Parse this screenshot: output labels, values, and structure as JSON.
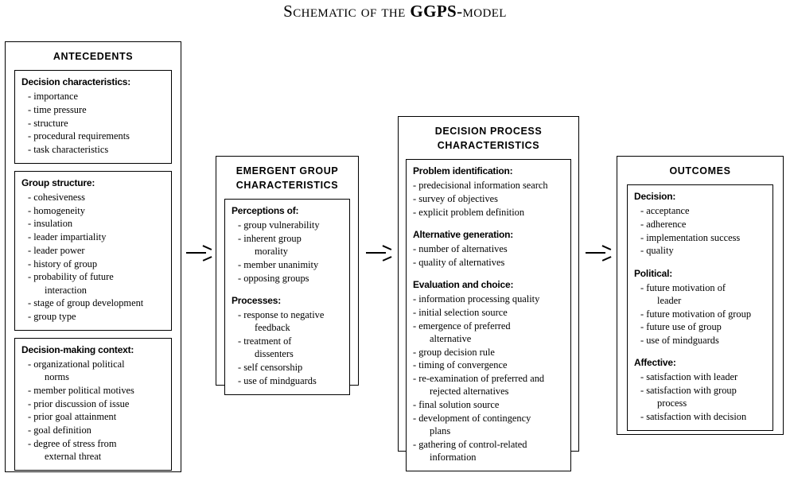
{
  "title": {
    "lead": "Schematic of the ",
    "bold": "GGPS",
    "tail": "-model",
    "full": "Schematic of the GGPS-model"
  },
  "columns": [
    {
      "id": "antecedents",
      "header": "ANTECEDENTS",
      "groups": [
        {
          "title": "Decision characteristics:",
          "items": [
            {
              "text": "- importance"
            },
            {
              "text": "- time pressure"
            },
            {
              "text": "- structure"
            },
            {
              "text": "- procedural requirements"
            },
            {
              "text": "- task characteristics"
            }
          ]
        },
        {
          "title": "Group structure:",
          "items": [
            {
              "text": "- cohesiveness"
            },
            {
              "text": "- homogeneity"
            },
            {
              "text": "- insulation"
            },
            {
              "text": "- leader impartiality"
            },
            {
              "text": "- leader power"
            },
            {
              "text": "- history of group"
            },
            {
              "text": "- probability of future",
              "cont": "interaction"
            },
            {
              "text": "- stage of group development"
            },
            {
              "text": "- group type"
            }
          ]
        },
        {
          "title": "Decision-making context:",
          "items": [
            {
              "text": "- organizational political",
              "cont": "norms"
            },
            {
              "text": "- member political motives"
            },
            {
              "text": "- prior discussion of issue"
            },
            {
              "text": "- prior goal attainment"
            },
            {
              "text": "- goal definition"
            },
            {
              "text": "- degree of stress from",
              "cont": "external threat"
            }
          ]
        }
      ]
    },
    {
      "id": "emergent",
      "header": "EMERGENT GROUP\nCHARACTERISTICS",
      "header_line1": "EMERGENT GROUP",
      "header_line2": "CHARACTERISTICS",
      "groups": [
        {
          "title": "Perceptions of:",
          "items": [
            {
              "text": "- group vulnerability"
            },
            {
              "text": "- inherent group",
              "cont": "morality"
            },
            {
              "text": "- member unanimity"
            },
            {
              "text": "- opposing groups"
            }
          ]
        },
        {
          "title": "Processes:",
          "items": [
            {
              "text": "- response to negative",
              "cont": "feedback"
            },
            {
              "text": "- treatment of",
              "cont": "dissenters"
            },
            {
              "text": "- self censorship"
            },
            {
              "text": "- use of mindguards"
            }
          ]
        }
      ]
    },
    {
      "id": "process",
      "header": "DECISION PROCESS\nCHARACTERISTICS",
      "header_line1": "DECISION PROCESS",
      "header_line2": "CHARACTERISTICS",
      "groups": [
        {
          "title": "Problem identification:",
          "items": [
            {
              "text": "- predecisional information search"
            },
            {
              "text": "- survey of objectives"
            },
            {
              "text": "- explicit problem definition"
            }
          ]
        },
        {
          "title": "Alternative generation:",
          "items": [
            {
              "text": "- number of alternatives"
            },
            {
              "text": "- quality of alternatives"
            }
          ]
        },
        {
          "title": "Evaluation and choice:",
          "items": [
            {
              "text": "- information processing quality"
            },
            {
              "text": "- initial selection source"
            },
            {
              "text": "- emergence of preferred",
              "cont": "alternative"
            },
            {
              "text": "- group decision rule"
            },
            {
              "text": "- timing of convergence"
            },
            {
              "text": "- re-examination of preferred and",
              "cont": "rejected alternatives"
            },
            {
              "text": "- final solution source"
            },
            {
              "text": "- development of contingency",
              "cont": "plans"
            },
            {
              "text": "- gathering of control-related",
              "cont": "information"
            }
          ]
        }
      ]
    },
    {
      "id": "outcomes",
      "header": "OUTCOMES",
      "groups": [
        {
          "title": "Decision:",
          "items": [
            {
              "text": "- acceptance"
            },
            {
              "text": "- adherence"
            },
            {
              "text": "- implementation success"
            },
            {
              "text": "- quality"
            }
          ]
        },
        {
          "title": "Political:",
          "items": [
            {
              "text": "- future motivation of",
              "cont": "leader"
            },
            {
              "text": "- future motivation of group"
            },
            {
              "text": "- future use of group"
            },
            {
              "text": "- use of mindguards"
            }
          ]
        },
        {
          "title": "Affective:",
          "items": [
            {
              "text": "- satisfaction with leader"
            },
            {
              "text": "- satisfaction with group",
              "cont": "process"
            },
            {
              "text": "- satisfaction with decision"
            }
          ]
        }
      ]
    }
  ],
  "arrows": [
    {
      "name": "arrow-antecedents-to-emergent",
      "glyph": "→"
    },
    {
      "name": "arrow-emergent-to-process",
      "glyph": "→"
    },
    {
      "name": "arrow-process-to-outcomes",
      "glyph": "→"
    }
  ],
  "colors": {
    "background": "#ffffff",
    "stroke": "#000000",
    "text": "#000000"
  }
}
